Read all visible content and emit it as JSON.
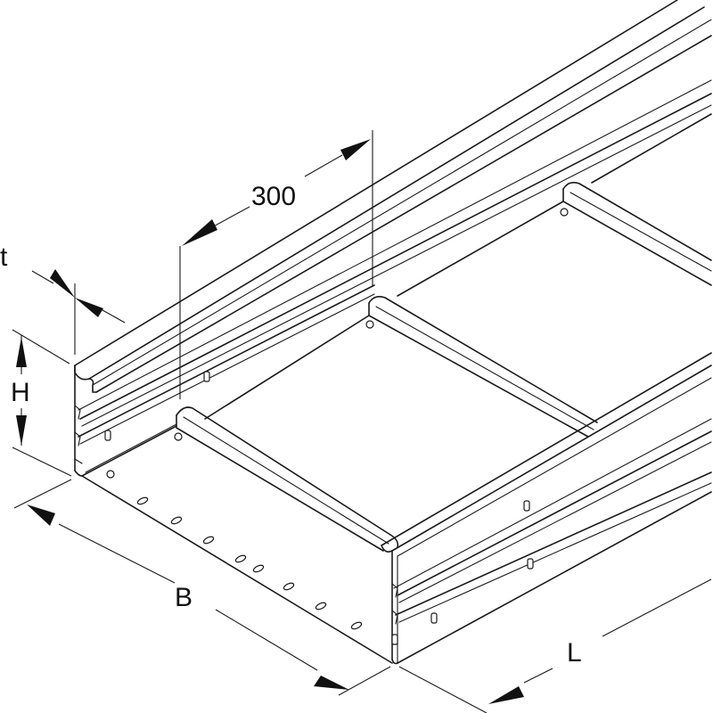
{
  "labels": {
    "thickness": "t",
    "height": "H",
    "width": "B",
    "length": "L",
    "spacing": "300"
  },
  "colors": {
    "line": "#1a1a1a",
    "background": "#ffffff"
  }
}
